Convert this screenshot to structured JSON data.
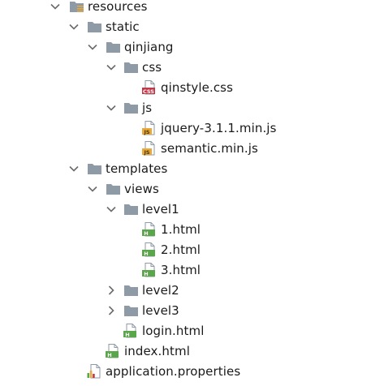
{
  "project_tree": {
    "nodes": [
      {
        "label": "resources",
        "kind": "resources-folder",
        "expanded": true
      },
      {
        "label": "static",
        "kind": "folder",
        "expanded": true
      },
      {
        "label": "qinjiang",
        "kind": "folder",
        "expanded": true
      },
      {
        "label": "css",
        "kind": "folder",
        "expanded": true
      },
      {
        "label": "qinstyle.css",
        "kind": "css-file",
        "icon_text": "CSS"
      },
      {
        "label": "js",
        "kind": "folder",
        "expanded": true
      },
      {
        "label": "jquery-3.1.1.min.js",
        "kind": "js-file",
        "icon_text": "JS"
      },
      {
        "label": "semantic.min.js",
        "kind": "js-file",
        "icon_text": "JS"
      },
      {
        "label": "templates",
        "kind": "folder",
        "expanded": true
      },
      {
        "label": "views",
        "kind": "folder",
        "expanded": true
      },
      {
        "label": "level1",
        "kind": "folder",
        "expanded": true
      },
      {
        "label": "1.html",
        "kind": "html-file",
        "icon_text": "H"
      },
      {
        "label": "2.html",
        "kind": "html-file",
        "icon_text": "H"
      },
      {
        "label": "3.html",
        "kind": "html-file",
        "icon_text": "H"
      },
      {
        "label": "level2",
        "kind": "folder",
        "expanded": false
      },
      {
        "label": "level3",
        "kind": "folder",
        "expanded": false
      },
      {
        "label": "login.html",
        "kind": "html-file",
        "icon_text": "H"
      },
      {
        "label": "index.html",
        "kind": "html-file",
        "icon_text": "H"
      },
      {
        "label": "application.properties",
        "kind": "properties-file"
      }
    ]
  },
  "colors": {
    "folder": "#8e9aa6",
    "chevron": "#6b6b6b",
    "css_badge": "#c0394b",
    "js_badge": "#e8a93a",
    "html_badge": "#5aa64a",
    "text": "#1a1a1a"
  }
}
